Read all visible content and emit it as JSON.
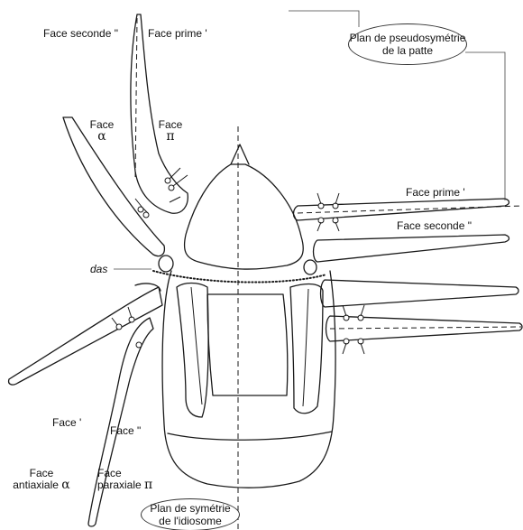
{
  "labels": {
    "face_seconde_top": "Face seconde \"",
    "face_prime_top": "Face prime '",
    "face_alpha_word": "Face",
    "face_alpha_letter": "α",
    "face_pi_word": "Face",
    "face_pi_letter": "π",
    "face_prime_right": "Face prime '",
    "face_seconde_right": "Face seconde \"",
    "das": "das",
    "face_prime_low": "Face '",
    "face_seconde_low": "Face \"",
    "antiaxial_word": "Face",
    "antiaxial_text": "antiaxiale",
    "antiaxial_letter": "α",
    "paraxial_word": "Face",
    "paraxial_text": "paraxiale",
    "paraxial_letter": "π"
  },
  "callouts": {
    "leg_plane_line1": "Plan de pseudosymétrie",
    "leg_plane_line2": "de la patte",
    "body_plane_line1": "Plan de symétrie",
    "body_plane_line2": "de l'idiosome"
  }
}
